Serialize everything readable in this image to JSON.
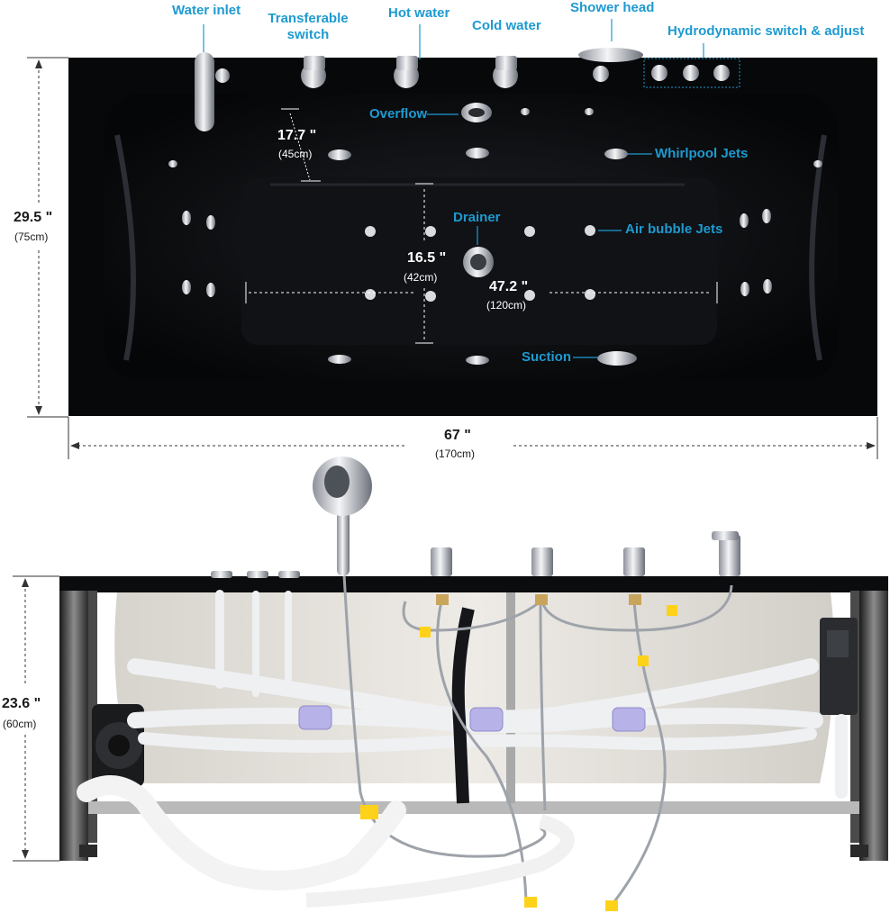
{
  "labels": {
    "water_inlet": "Water inlet",
    "transferable_switch_1": "Transferable",
    "transferable_switch_2": "switch",
    "hot_water": "Hot water",
    "cold_water": "Cold water",
    "shower_head": "Shower head",
    "hydrodynamic": "Hydrodynamic switch & adjust",
    "overflow": "Overflow",
    "whirlpool_jets": "Whirlpool Jets",
    "drainer": "Drainer",
    "air_bubble_jets": "Air bubble Jets",
    "suction": "Suction"
  },
  "dimensions": {
    "depth_inner": {
      "imperial": "17.7 \"",
      "metric": "(45cm)"
    },
    "width_outer": {
      "imperial": "29.5 \"",
      "metric": "(75cm)"
    },
    "width_inner": {
      "imperial": "16.5 \"",
      "metric": "(42cm)"
    },
    "length_inner": {
      "imperial": "47.2 \"",
      "metric": "(120cm)"
    },
    "length_outer": {
      "imperial": "67 \"",
      "metric": "(170cm)"
    },
    "height": {
      "imperial": "23.6 \"",
      "metric": "(60cm)"
    }
  },
  "colors": {
    "accent": "#1e9ad0",
    "tub": "#0b0c0e",
    "pipes": "#eef0f2",
    "valve": "#ffd21a"
  }
}
